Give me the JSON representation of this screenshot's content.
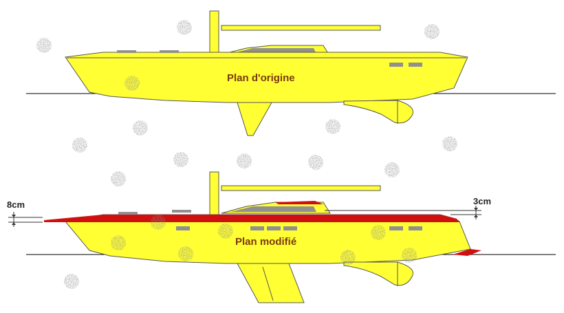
{
  "labels": {
    "original_plan": "Plan d'origine",
    "modified_plan": "Plan modifié",
    "bow_dimension": "8cm",
    "stern_dimension": "3cm"
  },
  "colors": {
    "hull": "#ffff33",
    "outline": "#555555",
    "extension": "#d01010",
    "window": "#909090",
    "waterline": "#000000",
    "background": "#ffffff"
  }
}
